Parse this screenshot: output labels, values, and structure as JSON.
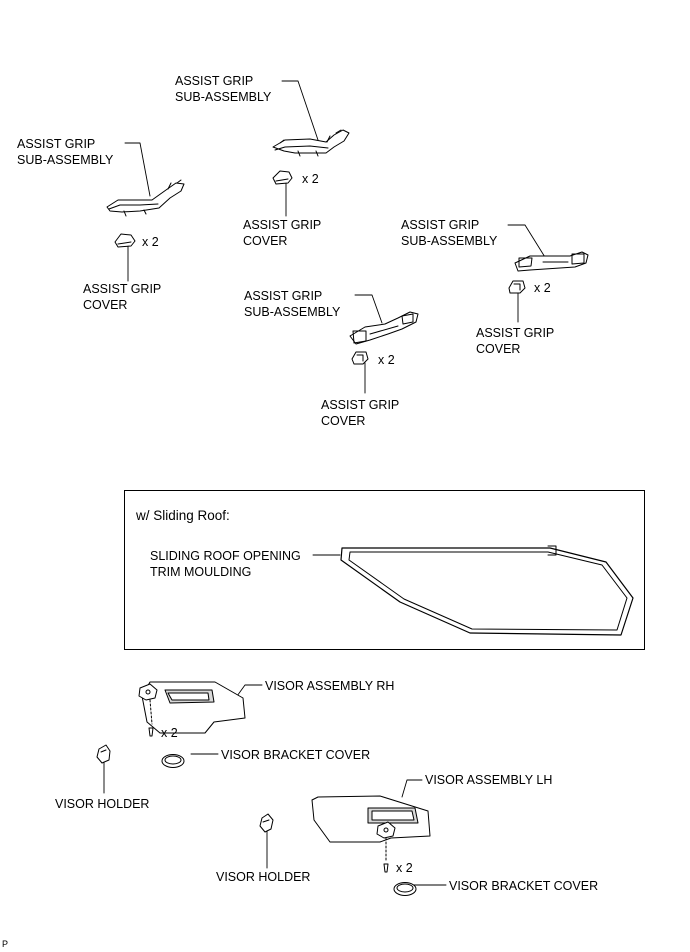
{
  "labels": {
    "grip_top_center": [
      "ASSIST GRIP",
      "SUB-ASSEMBLY"
    ],
    "grip_left": [
      "ASSIST GRIP",
      "SUB-ASSEMBLY"
    ],
    "grip_right": [
      "ASSIST GRIP",
      "SUB-ASSEMBLY"
    ],
    "grip_mid": [
      "ASSIST GRIP",
      "SUB-ASSEMBLY"
    ],
    "cover_top_center": [
      "ASSIST GRIP",
      "COVER"
    ],
    "cover_left": [
      "ASSIST GRIP",
      "COVER"
    ],
    "cover_right": [
      "ASSIST GRIP",
      "COVER"
    ],
    "cover_mid": [
      "ASSIST GRIP",
      "COVER"
    ],
    "qty_x2": "x 2",
    "sliding_roof_title": "w/ Sliding Roof:",
    "sliding_roof_trim": [
      "SLIDING ROOF OPENING",
      "TRIM MOULDING"
    ],
    "visor_rh": "VISOR ASSEMBLY RH",
    "visor_lh": "VISOR ASSEMBLY LH",
    "visor_bracket_cover": "VISOR BRACKET COVER",
    "visor_holder": "VISOR HOLDER",
    "corner_mark": "P"
  },
  "colors": {
    "line": "#000000",
    "part_fill": "#ffffff",
    "shade": "#d9d9d9"
  }
}
